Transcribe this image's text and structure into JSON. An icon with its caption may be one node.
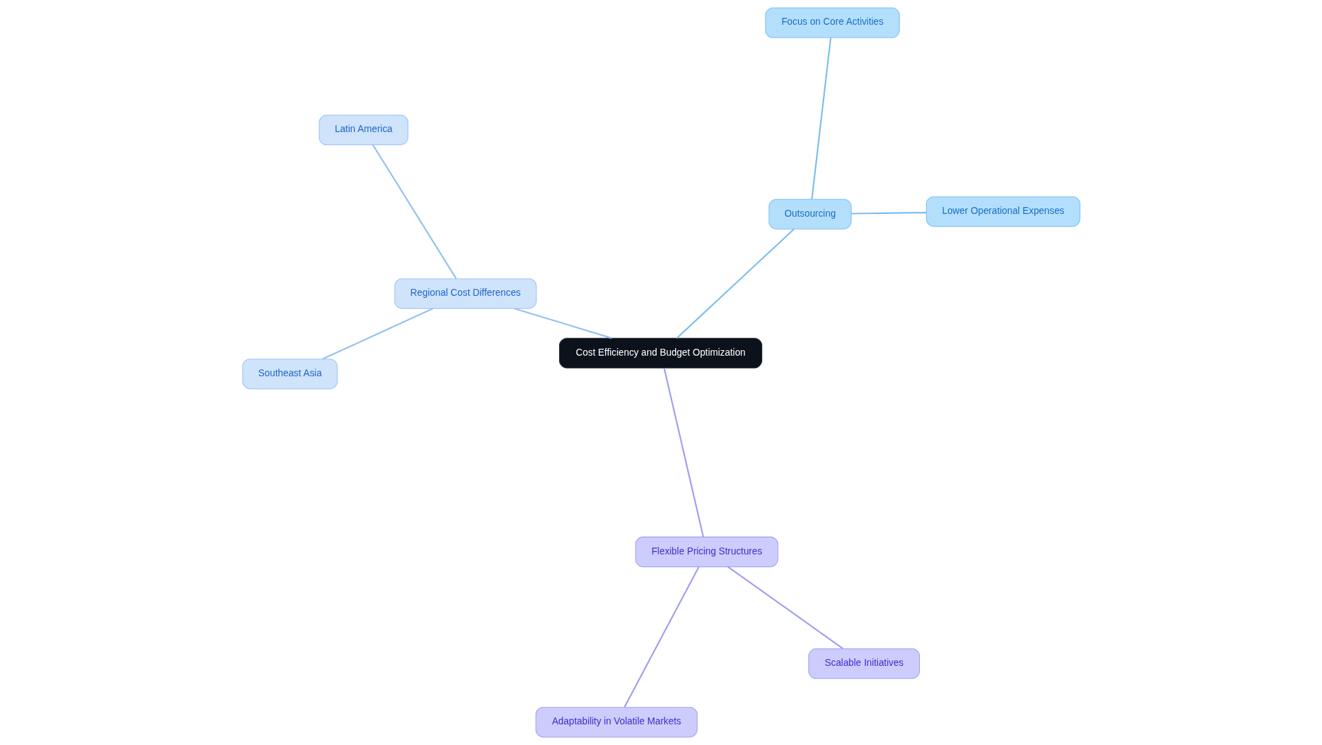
{
  "diagram": {
    "nodes": [
      {
        "text": [
          "Cost Efficiency and Budget Optimization"
        ]
      },
      {
        "text": [
          "Outsourcing"
        ]
      },
      {
        "text": [
          "Lower Operational Expenses"
        ]
      },
      {
        "text": [
          "Focus on Core Activities"
        ]
      },
      {
        "text": [
          "Regional Cost Differences"
        ]
      },
      {
        "text": [
          "Latin America"
        ]
      },
      {
        "text": [
          "Southeast Asia"
        ]
      },
      {
        "text": [
          "Flexible Pricing Structures"
        ]
      },
      {
        "text": [
          "Adaptability in Volatile Markets"
        ]
      },
      {
        "text": [
          "Scalable Initiatives"
        ]
      }
    ],
    "edges": [
      {
        "from": 0,
        "to": 1,
        "arrow": "none",
        "color": "#7bbdee"
      },
      {
        "from": 1,
        "to": 2,
        "arrow": "none",
        "color": "#7bbdee"
      },
      {
        "from": 1,
        "to": 3,
        "arrow": "none",
        "color": "#7bbdee"
      },
      {
        "from": 0,
        "to": 4,
        "arrow": "none",
        "color": "#94c0ef"
      },
      {
        "from": 4,
        "to": 5,
        "arrow": "none",
        "color": "#94c0ef"
      },
      {
        "from": 4,
        "to": 6,
        "arrow": "none",
        "color": "#94c0ef"
      },
      {
        "from": 0,
        "to": 7,
        "arrow": "none",
        "color": "#9f9df1"
      },
      {
        "from": 7,
        "to": 8,
        "arrow": "none",
        "color": "#9f9df1"
      },
      {
        "from": 7,
        "to": 9,
        "arrow": "none",
        "color": "#9f9df1"
      }
    ]
  }
}
